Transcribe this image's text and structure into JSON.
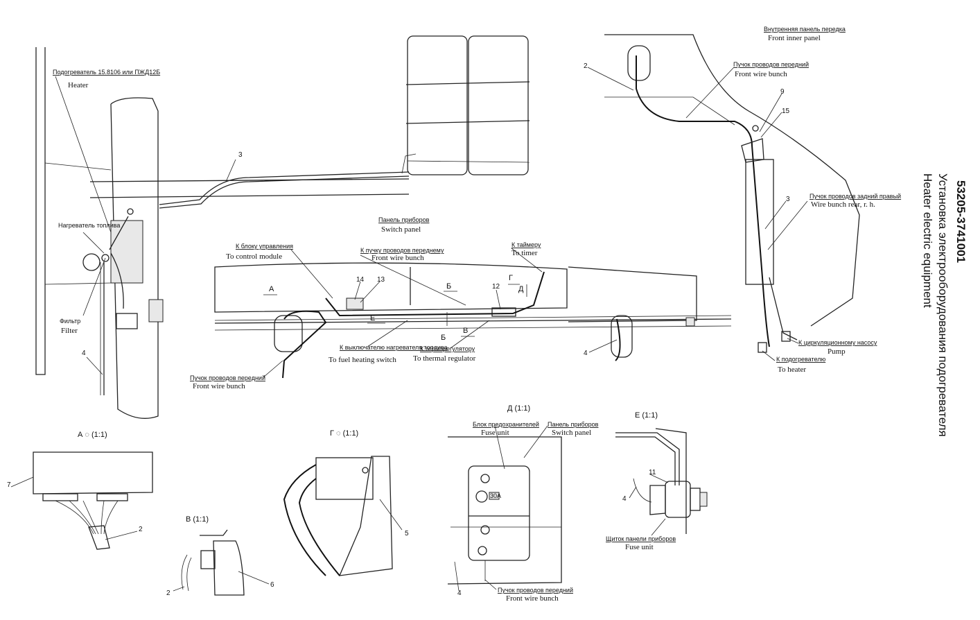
{
  "title": {
    "code": "53205-3741001",
    "ru": "Установка электрооборудования подогревателя",
    "en": "Heater electric equipment"
  },
  "left_view": {
    "heater_ru": "Подогреватель 15.8106 или ПЖД12Б",
    "heater_en": "Heater",
    "fuel_heater_ru": "Нагреватель топлива",
    "filter_ru": "Фильтр",
    "filter_en": "Filter",
    "pos_4": "4"
  },
  "top_center": {
    "pos_3": "3"
  },
  "front_inner": {
    "title_ru": "Внутренняя панель передка",
    "title_en": "Front inner panel",
    "front_bunch_ru": "Пучок проводов передний",
    "front_bunch_en": "Front wire bunch",
    "rear_bunch_ru": "Пучок проводов задний правый",
    "rear_bunch_en": "Wire bunch rear, r. h.",
    "pump_ru": "К циркуляционному насосу",
    "pump_en": "Pump",
    "heater_ru": "К подогревателю",
    "heater_en": "To heater",
    "pos_2": "2",
    "pos_9": "9",
    "pos_15": "15",
    "pos_3": "3"
  },
  "switch_panel": {
    "title_ru": "Панель приборов",
    "title_en": "Switch panel",
    "control_ru": "К блоку управления",
    "control_en": "To control module",
    "front_bunch_ru": "К пучку проводов переднему",
    "front_bunch_en": "Front wire bunch",
    "timer_ru": "К таймеру",
    "timer_en": "To timer",
    "fuel_switch_ru": "К выключателю нагревателя топлива",
    "fuel_switch_en": "To fuel heating switch",
    "thermo_ru": "К терморегулятору",
    "thermo_en": "To thermal regulator",
    "bunch_ru": "Пучок проводов передний",
    "bunch_en": "Front wire bunch",
    "pos_14": "14",
    "pos_13": "13",
    "pos_12": "12",
    "pos_4": "4",
    "mark_A": "A",
    "mark_B": "Б",
    "mark_V": "В",
    "mark_G": "Г",
    "mark_D": "Д",
    "mark_E": "Е"
  },
  "detail_A": {
    "title": "А ◌ (1:1)",
    "pos_7": "7",
    "pos_2": "2"
  },
  "detail_V": {
    "title": "В (1:1)",
    "pos_2": "2",
    "pos_6": "6"
  },
  "detail_G": {
    "title": "Г ◌ (1:1)",
    "pos_5": "5"
  },
  "detail_D": {
    "title": "Д (1:1)",
    "fuse_ru": "Блок предохранителей",
    "fuse_en": "Fuse unit",
    "panel_ru": "Панель приборов",
    "panel_en": "Switch panel",
    "bunch_ru": "Пучок проводов передний",
    "bunch_en": "Front wire bunch",
    "fuse_rating": "30A",
    "pos_4": "4"
  },
  "detail_E": {
    "title": "Е (1:1)",
    "shield_ru": "Щиток панели приборов",
    "fuse_en": "Fuse unit",
    "pos_11": "11",
    "pos_4": "4"
  }
}
